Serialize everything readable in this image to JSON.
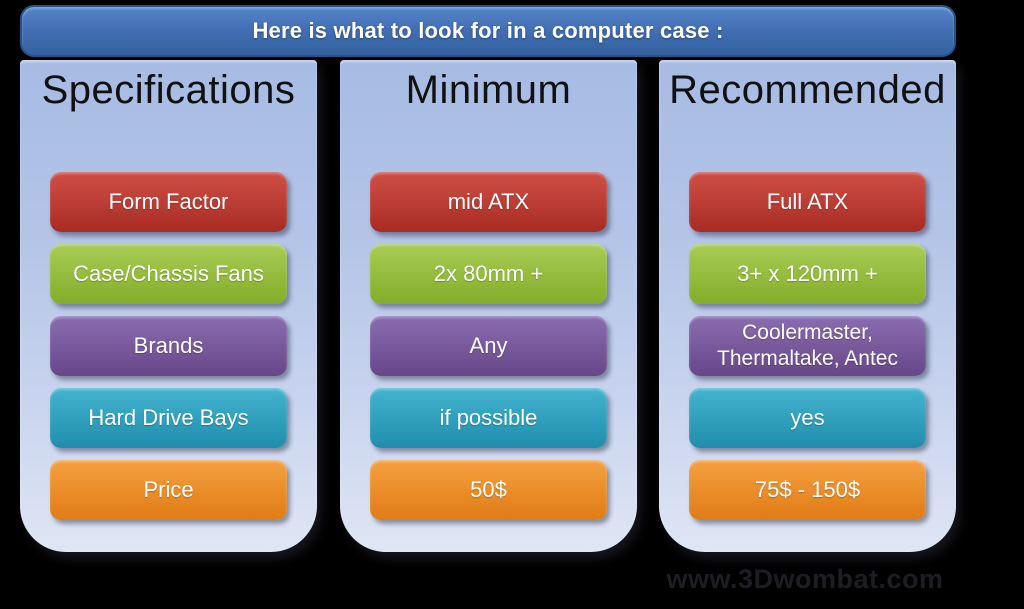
{
  "title": "Here is what to look for in a computer case :",
  "watermark": "www.3Dwombat.com",
  "colors": {
    "banner_top": "#5386c8",
    "banner_bottom": "#33629e",
    "panel_top": "#a7bbe3",
    "panel_bottom": "#dfe6f4",
    "background": "#000000"
  },
  "rows": [
    {
      "name": "form-factor",
      "color_top": "#cf4f46",
      "color_bottom": "#a82c24"
    },
    {
      "name": "case-fans",
      "color_top": "#a8cc55",
      "color_bottom": "#84ad2a"
    },
    {
      "name": "brands",
      "color_top": "#8a6cb0",
      "color_bottom": "#674788"
    },
    {
      "name": "drive-bays",
      "color_top": "#45b4d0",
      "color_bottom": "#1f8dab"
    },
    {
      "name": "price",
      "color_top": "#f5a041",
      "color_bottom": "#e07c15"
    }
  ],
  "columns": [
    {
      "header": "Specifications",
      "cells": [
        "Form Factor",
        "Case/Chassis Fans",
        "Brands",
        "Hard Drive Bays",
        "Price"
      ]
    },
    {
      "header": "Minimum",
      "cells": [
        "mid ATX",
        "2x 80mm +",
        "Any",
        "if possible",
        "50$"
      ]
    },
    {
      "header": "Recommended",
      "cells": [
        "Full ATX",
        "3+ x 120mm +",
        "Coolermaster, Thermaltake,  Antec",
        "yes",
        "75$ - 150$"
      ]
    }
  ]
}
